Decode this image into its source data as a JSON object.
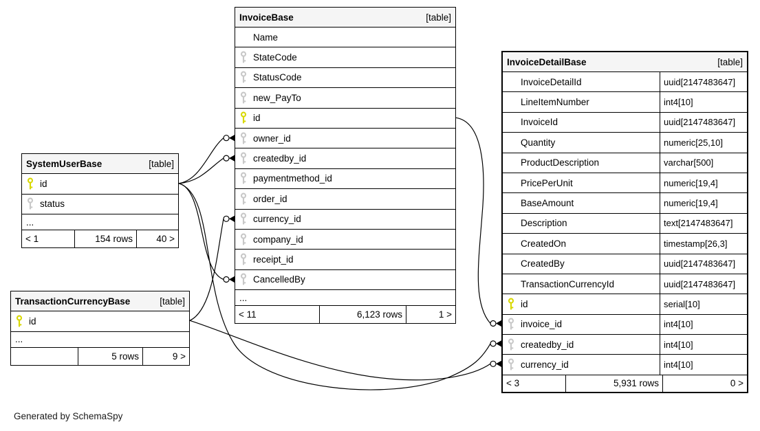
{
  "page": {
    "footer_note": "Generated by SchemaSpy"
  },
  "colors": {
    "primary_key_icon": "#d8d800",
    "foreign_key_icon": "#c8c8c8",
    "header_bg": "#f5f5f5",
    "border": "#000000"
  },
  "tables": [
    {
      "id": "InvoiceBase",
      "title": "InvoiceBase",
      "tag": "[table]",
      "columns": [
        {
          "name": "Name",
          "icon": "none"
        },
        {
          "name": "StateCode",
          "icon": "fk"
        },
        {
          "name": "StatusCode",
          "icon": "fk"
        },
        {
          "name": "new_PayTo",
          "icon": "fk"
        },
        {
          "name": "id",
          "icon": "pk"
        },
        {
          "name": "owner_id",
          "icon": "fk"
        },
        {
          "name": "createdby_id",
          "icon": "fk"
        },
        {
          "name": "paymentmethod_id",
          "icon": "fk"
        },
        {
          "name": "order_id",
          "icon": "fk"
        },
        {
          "name": "currency_id",
          "icon": "fk"
        },
        {
          "name": "company_id",
          "icon": "fk"
        },
        {
          "name": "receipt_id",
          "icon": "fk"
        },
        {
          "name": "CancelledBy",
          "icon": "fk"
        }
      ],
      "more_indicator": "...",
      "footer": {
        "left": "< 11",
        "center": "6,123 rows",
        "right": "1 >"
      }
    },
    {
      "id": "SystemUserBase",
      "title": "SystemUserBase",
      "tag": "[table]",
      "columns": [
        {
          "name": "id",
          "icon": "pk"
        },
        {
          "name": "status",
          "icon": "fk"
        }
      ],
      "more_indicator": "...",
      "footer": {
        "left": "< 1",
        "center": "154 rows",
        "right": "40 >"
      }
    },
    {
      "id": "TransactionCurrencyBase",
      "title": "TransactionCurrencyBase",
      "tag": "[table]",
      "columns": [
        {
          "name": "id",
          "icon": "pk"
        }
      ],
      "more_indicator": "...",
      "footer": {
        "left": "",
        "center": "5 rows",
        "right": "9 >"
      }
    },
    {
      "id": "InvoiceDetailBase",
      "title": "InvoiceDetailBase",
      "tag": "[table]",
      "columns": [
        {
          "name": "InvoiceDetailId",
          "icon": "none",
          "type": "uuid[2147483647]"
        },
        {
          "name": "LineItemNumber",
          "icon": "none",
          "type": "int4[10]"
        },
        {
          "name": "InvoiceId",
          "icon": "none",
          "type": "uuid[2147483647]"
        },
        {
          "name": "Quantity",
          "icon": "none",
          "type": "numeric[25,10]"
        },
        {
          "name": "ProductDescription",
          "icon": "none",
          "type": "varchar[500]"
        },
        {
          "name": "PricePerUnit",
          "icon": "none",
          "type": "numeric[19,4]"
        },
        {
          "name": "BaseAmount",
          "icon": "none",
          "type": "numeric[19,4]"
        },
        {
          "name": "Description",
          "icon": "none",
          "type": "text[2147483647]"
        },
        {
          "name": "CreatedOn",
          "icon": "none",
          "type": "timestamp[26,3]"
        },
        {
          "name": "CreatedBy",
          "icon": "none",
          "type": "uuid[2147483647]"
        },
        {
          "name": "TransactionCurrencyId",
          "icon": "none",
          "type": "uuid[2147483647]"
        },
        {
          "name": "id",
          "icon": "pk",
          "type": "serial[10]"
        },
        {
          "name": "invoice_id",
          "icon": "fk",
          "type": "int4[10]"
        },
        {
          "name": "createdby_id",
          "icon": "fk",
          "type": "int4[10]"
        },
        {
          "name": "currency_id",
          "icon": "fk",
          "type": "int4[10]"
        }
      ],
      "footer": {
        "left": "< 3",
        "center": "5,931 rows",
        "right": "0 >"
      }
    }
  ],
  "relationships": [
    {
      "from": "SystemUserBase.id",
      "to": "InvoiceBase.owner_id"
    },
    {
      "from": "SystemUserBase.id",
      "to": "InvoiceBase.createdby_id"
    },
    {
      "from": "SystemUserBase.id",
      "to": "InvoiceBase.CancelledBy"
    },
    {
      "from": "SystemUserBase.id",
      "to": "InvoiceDetailBase.createdby_id"
    },
    {
      "from": "TransactionCurrencyBase.id",
      "to": "InvoiceBase.currency_id"
    },
    {
      "from": "TransactionCurrencyBase.id",
      "to": "InvoiceDetailBase.currency_id"
    },
    {
      "from": "InvoiceBase.id",
      "to": "InvoiceDetailBase.invoice_id"
    }
  ]
}
